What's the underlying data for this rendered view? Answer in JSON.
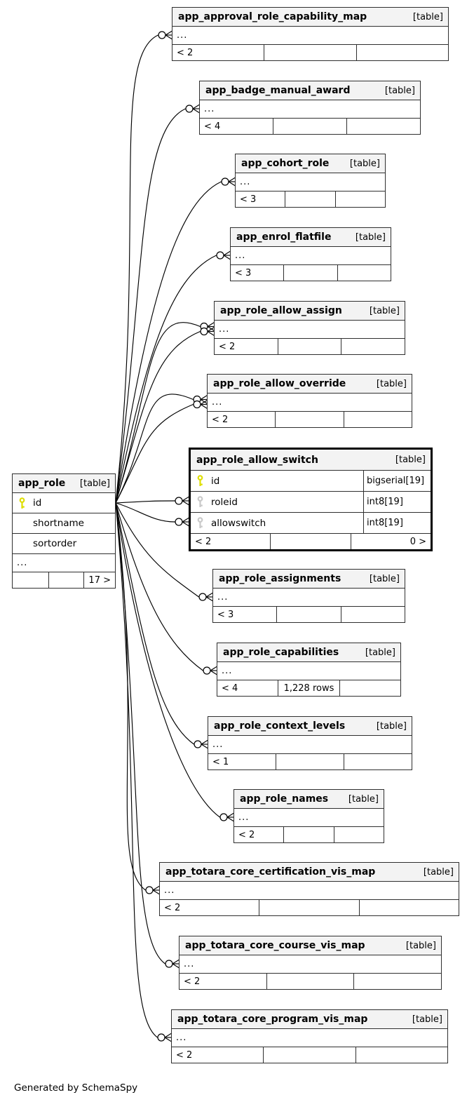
{
  "footer_note": "Generated by SchemaSpy",
  "colors": {
    "border": "#2f2f2f",
    "highlight_border": "#000000",
    "header_bg": "#f3f3f3",
    "line": "#000000",
    "primary_key": "#dede00",
    "foreign_key": "#c9c9c9"
  },
  "main_table": {
    "id": "main",
    "title": "app_role",
    "tag": "[table]",
    "columns": [
      {
        "name": "id",
        "key": "primary"
      },
      {
        "name": "shortname"
      },
      {
        "name": "sortorder"
      }
    ],
    "ellipsis": "...",
    "footer": [
      "",
      "",
      "17 >"
    ]
  },
  "tables": [
    {
      "id": "approval",
      "title": "app_approval_role_capability_map",
      "tag": "[table]",
      "ellipsis": "...",
      "footer": [
        "< 2",
        "",
        ""
      ]
    },
    {
      "id": "badge",
      "title": "app_badge_manual_award",
      "tag": "[table]",
      "ellipsis": "...",
      "footer": [
        "< 4",
        "",
        ""
      ]
    },
    {
      "id": "cohort",
      "title": "app_cohort_role",
      "tag": "[table]",
      "ellipsis": "...",
      "footer": [
        "< 3",
        "",
        ""
      ]
    },
    {
      "id": "enrol",
      "title": "app_enrol_flatfile",
      "tag": "[table]",
      "ellipsis": "...",
      "footer": [
        "< 3",
        "",
        ""
      ]
    },
    {
      "id": "assign",
      "title": "app_role_allow_assign",
      "tag": "[table]",
      "ellipsis": "...",
      "footer": [
        "< 2",
        "",
        ""
      ]
    },
    {
      "id": "override",
      "title": "app_role_allow_override",
      "tag": "[table]",
      "ellipsis": "...",
      "footer": [
        "< 2",
        "",
        ""
      ]
    },
    {
      "id": "switch",
      "title": "app_role_allow_switch",
      "tag": "[table]",
      "highlighted": true,
      "columns": [
        {
          "name": "id",
          "type": "bigserial[19]",
          "key": "primary"
        },
        {
          "name": "roleid",
          "type": "int8[19]",
          "key": "foreign"
        },
        {
          "name": "allowswitch",
          "type": "int8[19]",
          "key": "foreign"
        }
      ],
      "footer": [
        "< 2",
        "",
        "0 >"
      ]
    },
    {
      "id": "assignments",
      "title": "app_role_assignments",
      "tag": "[table]",
      "ellipsis": "...",
      "footer": [
        "< 3",
        "",
        ""
      ]
    },
    {
      "id": "capabilities",
      "title": "app_role_capabilities",
      "tag": "[table]",
      "ellipsis": "...",
      "footer": [
        "< 4",
        "1,228 rows",
        ""
      ]
    },
    {
      "id": "context",
      "title": "app_role_context_levels",
      "tag": "[table]",
      "ellipsis": "...",
      "footer": [
        "< 1",
        "",
        ""
      ]
    },
    {
      "id": "names",
      "title": "app_role_names",
      "tag": "[table]",
      "ellipsis": "...",
      "footer": [
        "< 2",
        "",
        ""
      ]
    },
    {
      "id": "cert",
      "title": "app_totara_core_certification_vis_map",
      "tag": "[table]",
      "ellipsis": "...",
      "footer": [
        "< 2",
        "",
        ""
      ]
    },
    {
      "id": "course",
      "title": "app_totara_core_course_vis_map",
      "tag": "[table]",
      "ellipsis": "...",
      "footer": [
        "< 2",
        "",
        ""
      ]
    },
    {
      "id": "program",
      "title": "app_totara_core_program_vis_map",
      "tag": "[table]",
      "ellipsis": "...",
      "footer": [
        "< 2",
        "",
        ""
      ]
    }
  ],
  "relationships": [
    {
      "from": "app_role.id",
      "target": "approval"
    },
    {
      "from": "app_role.id",
      "target": "badge"
    },
    {
      "from": "app_role.id",
      "target": "cohort"
    },
    {
      "from": "app_role.id",
      "target": "enrol"
    },
    {
      "from": "app_role.id",
      "target": "assign",
      "markers": 2
    },
    {
      "from": "app_role.id",
      "target": "override",
      "markers": 2
    },
    {
      "from": "app_role.id",
      "target": "switch",
      "row": "roleid"
    },
    {
      "from": "app_role.id",
      "target": "switch",
      "row": "allowswitch"
    },
    {
      "from": "app_role.id",
      "target": "assignments"
    },
    {
      "from": "app_role.id",
      "target": "capabilities"
    },
    {
      "from": "app_role.id",
      "target": "context"
    },
    {
      "from": "app_role.id",
      "target": "names"
    },
    {
      "from": "app_role.id",
      "target": "cert"
    },
    {
      "from": "app_role.id",
      "target": "course"
    },
    {
      "from": "app_role.id",
      "target": "program"
    }
  ]
}
